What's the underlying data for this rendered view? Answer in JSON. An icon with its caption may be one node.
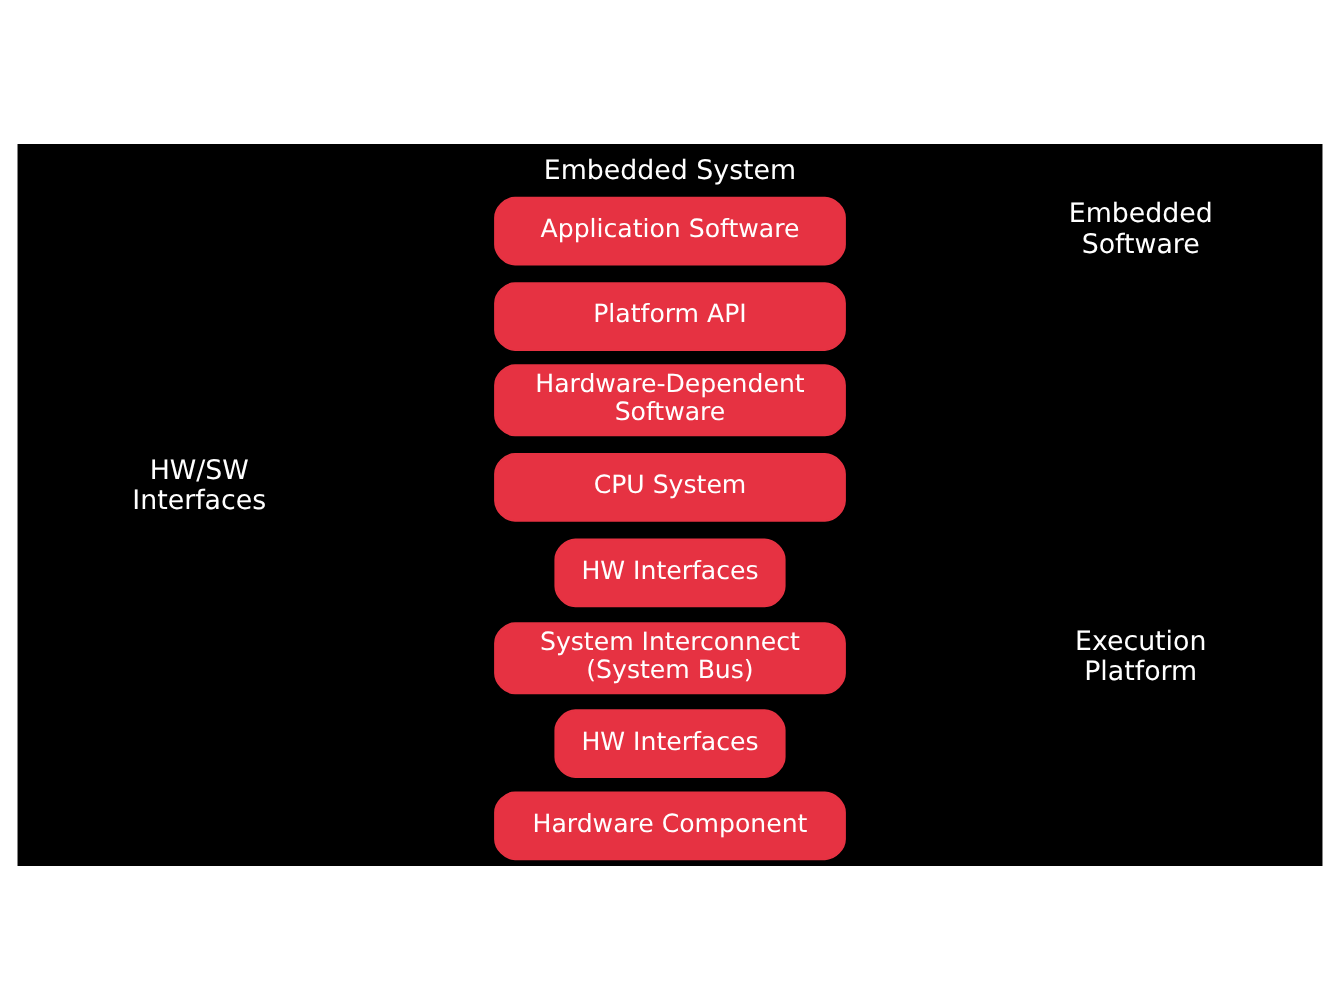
{
  "diagram": {
    "title": "Embedded System",
    "nodes": [
      {
        "text": [
          "Application Software"
        ]
      },
      {
        "text": [
          "Platform API"
        ]
      },
      {
        "text": [
          "Hardware-Dependent Software"
        ]
      },
      {
        "text": [
          "CPU System"
        ]
      },
      {
        "text": [
          "HW Interfaces"
        ]
      },
      {
        "text": [
          "System Interconnect (System Bus)"
        ]
      },
      {
        "text": [
          "HW Interfaces"
        ]
      },
      {
        "text": [
          "Hardware Component"
        ]
      }
    ],
    "labels": [
      "Embedded Software",
      "HW/SW Interfaces",
      "Execution Platform"
    ]
  }
}
